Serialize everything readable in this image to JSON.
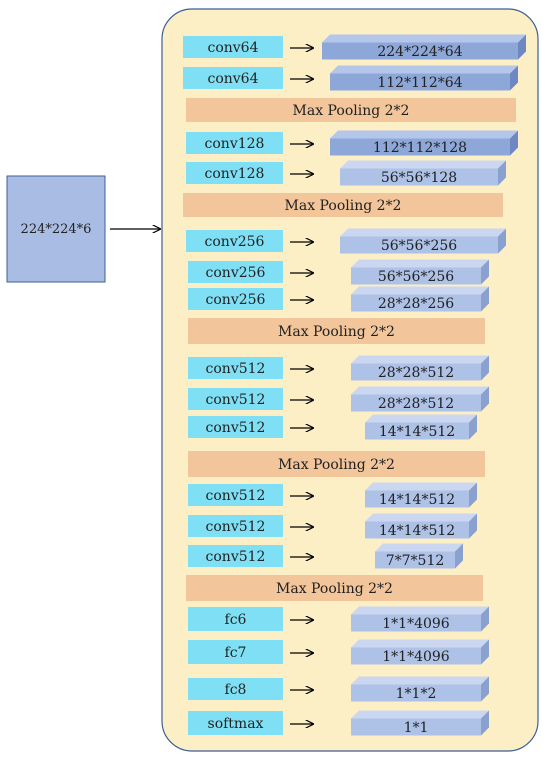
{
  "input": {
    "label": "224*224*6"
  },
  "colors": {
    "panel_fill": "#fcefc6",
    "panel_stroke": "#3e5f95",
    "input_fill": "#a9bde4",
    "layer_fill": "#7fe0f5",
    "pool_fill": "#f2c59a",
    "block_dark_front": "#8ea7d9",
    "block_dark_top": "#b4c6ea",
    "block_dark_side": "#6f88c4",
    "block_light_front": "#aec1e6",
    "block_light_top": "#cbd7f0",
    "block_light_side": "#8aa1cf"
  },
  "rows": [
    {
      "kind": "layer",
      "label": "conv64",
      "output": "224*224*64",
      "shade": "dark"
    },
    {
      "kind": "layer",
      "label": "conv64",
      "output": "112*112*64",
      "shade": "dark"
    },
    {
      "kind": "pool",
      "label": "Max Pooling 2*2"
    },
    {
      "kind": "layer",
      "label": "conv128",
      "output": "112*112*128",
      "shade": "dark"
    },
    {
      "kind": "layer",
      "label": "conv128",
      "output": "56*56*128",
      "shade": "light"
    },
    {
      "kind": "pool",
      "label": "Max Pooling 2*2"
    },
    {
      "kind": "layer",
      "label": "conv256",
      "output": "56*56*256",
      "shade": "light"
    },
    {
      "kind": "layer",
      "label": "conv256",
      "output": "56*56*256",
      "shade": "light"
    },
    {
      "kind": "layer",
      "label": "conv256",
      "output": "28*28*256",
      "shade": "light"
    },
    {
      "kind": "pool",
      "label": "Max Pooling 2*2"
    },
    {
      "kind": "layer",
      "label": "conv512",
      "output": "28*28*512",
      "shade": "light"
    },
    {
      "kind": "layer",
      "label": "conv512",
      "output": "28*28*512",
      "shade": "light"
    },
    {
      "kind": "layer",
      "label": "conv512",
      "output": "14*14*512",
      "shade": "light"
    },
    {
      "kind": "pool",
      "label": "Max Pooling 2*2"
    },
    {
      "kind": "layer",
      "label": "conv512",
      "output": "14*14*512",
      "shade": "light"
    },
    {
      "kind": "layer",
      "label": "conv512",
      "output": "14*14*512",
      "shade": "light"
    },
    {
      "kind": "layer",
      "label": "conv512",
      "output": "7*7*512",
      "shade": "light"
    },
    {
      "kind": "pool",
      "label": "Max Pooling 2*2"
    },
    {
      "kind": "layer",
      "label": "fc6",
      "output": "1*1*4096",
      "shade": "light"
    },
    {
      "kind": "layer",
      "label": "fc7",
      "output": "1*1*4096",
      "shade": "light"
    },
    {
      "kind": "layer",
      "label": "fc8",
      "output": "1*1*2",
      "shade": "light"
    },
    {
      "kind": "layer",
      "label": "softmax",
      "output": "1*1",
      "shade": "light"
    }
  ]
}
